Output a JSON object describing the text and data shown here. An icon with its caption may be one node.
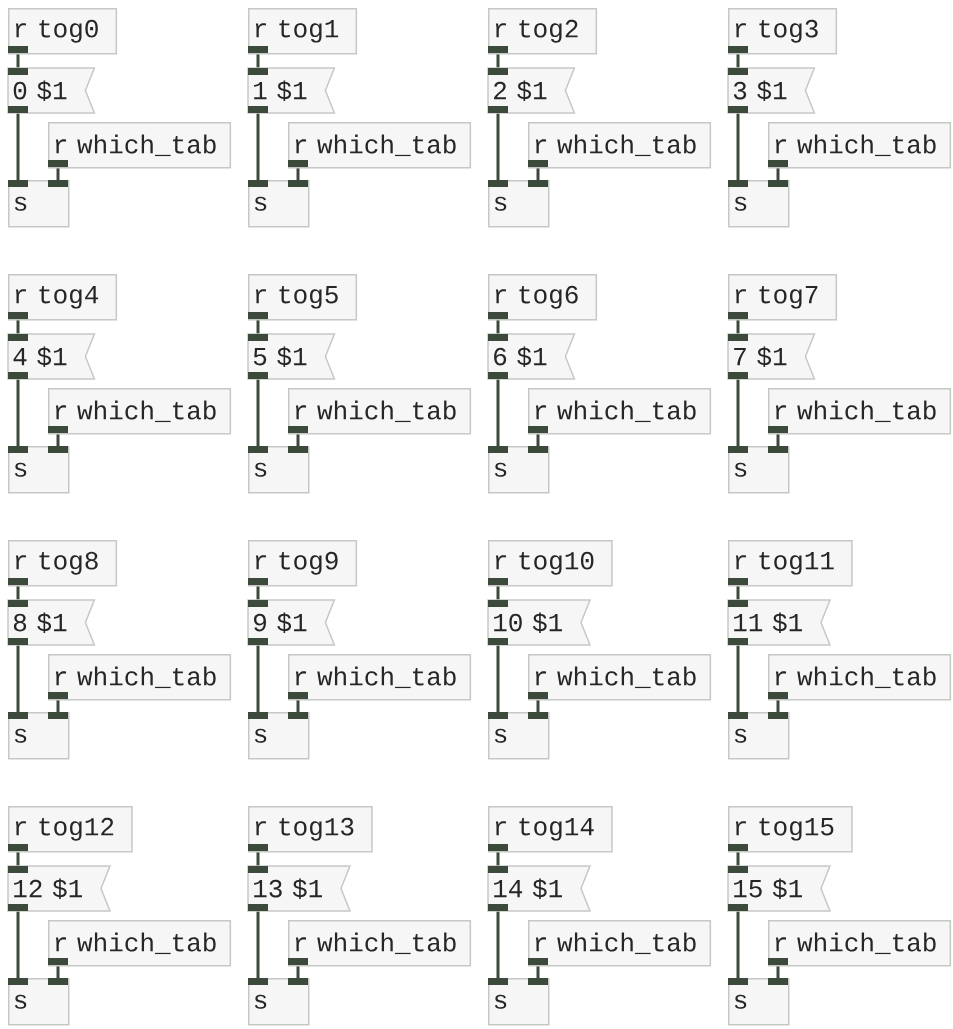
{
  "diagram": {
    "nodes": [
      {
        "text": [
          "r tog0"
        ]
      },
      {
        "text": [
          "0 $1"
        ]
      },
      {
        "text": [
          "r which_tab"
        ]
      },
      {
        "text": [
          "s"
        ]
      },
      {
        "text": [
          "r tog1"
        ]
      },
      {
        "text": [
          "1 $1"
        ]
      },
      {
        "text": [
          "r which_tab"
        ]
      },
      {
        "text": [
          "s"
        ]
      },
      {
        "text": [
          "r tog2"
        ]
      },
      {
        "text": [
          "2 $1"
        ]
      },
      {
        "text": [
          "r which_tab"
        ]
      },
      {
        "text": [
          "s"
        ]
      },
      {
        "text": [
          "r tog3"
        ]
      },
      {
        "text": [
          "3 $1"
        ]
      },
      {
        "text": [
          "r which_tab"
        ]
      },
      {
        "text": [
          "s"
        ]
      },
      {
        "text": [
          "r tog4"
        ]
      },
      {
        "text": [
          "4 $1"
        ]
      },
      {
        "text": [
          "r which_tab"
        ]
      },
      {
        "text": [
          "s"
        ]
      },
      {
        "text": [
          "r tog5"
        ]
      },
      {
        "text": [
          "5 $1"
        ]
      },
      {
        "text": [
          "r which_tab"
        ]
      },
      {
        "text": [
          "s"
        ]
      },
      {
        "text": [
          "r tog6"
        ]
      },
      {
        "text": [
          "6 $1"
        ]
      },
      {
        "text": [
          "r which_tab"
        ]
      },
      {
        "text": [
          "s"
        ]
      },
      {
        "text": [
          "r tog7"
        ]
      },
      {
        "text": [
          "7 $1"
        ]
      },
      {
        "text": [
          "r which_tab"
        ]
      },
      {
        "text": [
          "s"
        ]
      },
      {
        "text": [
          "r tog8"
        ]
      },
      {
        "text": [
          "8 $1"
        ]
      },
      {
        "text": [
          "r which_tab"
        ]
      },
      {
        "text": [
          "s"
        ]
      },
      {
        "text": [
          "r tog9"
        ]
      },
      {
        "text": [
          "9 $1"
        ]
      },
      {
        "text": [
          "r which_tab"
        ]
      },
      {
        "text": [
          "s"
        ]
      },
      {
        "text": [
          "r tog10"
        ]
      },
      {
        "text": [
          "10 $1"
        ]
      },
      {
        "text": [
          "r which_tab"
        ]
      },
      {
        "text": [
          "s"
        ]
      },
      {
        "text": [
          "r tog11"
        ]
      },
      {
        "text": [
          "11 $1"
        ]
      },
      {
        "text": [
          "r which_tab"
        ]
      },
      {
        "text": [
          "s"
        ]
      },
      {
        "text": [
          "r tog12"
        ]
      },
      {
        "text": [
          "12 $1"
        ]
      },
      {
        "text": [
          "r which_tab"
        ]
      },
      {
        "text": [
          "s"
        ]
      },
      {
        "text": [
          "r tog13"
        ]
      },
      {
        "text": [
          "13 $1"
        ]
      },
      {
        "text": [
          "r which_tab"
        ]
      },
      {
        "text": [
          "s"
        ]
      },
      {
        "text": [
          "r tog14"
        ]
      },
      {
        "text": [
          "14 $1"
        ]
      },
      {
        "text": [
          "r which_tab"
        ]
      },
      {
        "text": [
          "s"
        ]
      },
      {
        "text": [
          "r tog15"
        ]
      },
      {
        "text": [
          "15 $1"
        ]
      },
      {
        "text": [
          "r which_tab"
        ]
      },
      {
        "text": [
          "s"
        ]
      }
    ],
    "edges": [
      {
        "from": 0,
        "to": 1,
        "arrow": "none"
      },
      {
        "from": 1,
        "to": 3,
        "arrow": "none"
      },
      {
        "from": 2,
        "to": 3,
        "arrow": "none"
      },
      {
        "from": 4,
        "to": 5,
        "arrow": "none"
      },
      {
        "from": 5,
        "to": 7,
        "arrow": "none"
      },
      {
        "from": 6,
        "to": 7,
        "arrow": "none"
      },
      {
        "from": 8,
        "to": 9,
        "arrow": "none"
      },
      {
        "from": 9,
        "to": 11,
        "arrow": "none"
      },
      {
        "from": 10,
        "to": 11,
        "arrow": "none"
      },
      {
        "from": 12,
        "to": 13,
        "arrow": "none"
      },
      {
        "from": 13,
        "to": 15,
        "arrow": "none"
      },
      {
        "from": 14,
        "to": 15,
        "arrow": "none"
      },
      {
        "from": 16,
        "to": 17,
        "arrow": "none"
      },
      {
        "from": 17,
        "to": 19,
        "arrow": "none"
      },
      {
        "from": 18,
        "to": 19,
        "arrow": "none"
      },
      {
        "from": 20,
        "to": 21,
        "arrow": "none"
      },
      {
        "from": 21,
        "to": 23,
        "arrow": "none"
      },
      {
        "from": 22,
        "to": 23,
        "arrow": "none"
      },
      {
        "from": 24,
        "to": 25,
        "arrow": "none"
      },
      {
        "from": 25,
        "to": 27,
        "arrow": "none"
      },
      {
        "from": 26,
        "to": 27,
        "arrow": "none"
      },
      {
        "from": 28,
        "to": 29,
        "arrow": "none"
      },
      {
        "from": 29,
        "to": 31,
        "arrow": "none"
      },
      {
        "from": 30,
        "to": 31,
        "arrow": "none"
      },
      {
        "from": 32,
        "to": 33,
        "arrow": "none"
      },
      {
        "from": 33,
        "to": 35,
        "arrow": "none"
      },
      {
        "from": 34,
        "to": 35,
        "arrow": "none"
      },
      {
        "from": 36,
        "to": 37,
        "arrow": "none"
      },
      {
        "from": 37,
        "to": 39,
        "arrow": "none"
      },
      {
        "from": 38,
        "to": 39,
        "arrow": "none"
      },
      {
        "from": 40,
        "to": 41,
        "arrow": "none"
      },
      {
        "from": 41,
        "to": 43,
        "arrow": "none"
      },
      {
        "from": 42,
        "to": 43,
        "arrow": "none"
      },
      {
        "from": 44,
        "to": 45,
        "arrow": "none"
      },
      {
        "from": 45,
        "to": 47,
        "arrow": "none"
      },
      {
        "from": 46,
        "to": 47,
        "arrow": "none"
      },
      {
        "from": 48,
        "to": 49,
        "arrow": "none"
      },
      {
        "from": 49,
        "to": 51,
        "arrow": "none"
      },
      {
        "from": 50,
        "to": 51,
        "arrow": "none"
      },
      {
        "from": 52,
        "to": 53,
        "arrow": "none"
      },
      {
        "from": 53,
        "to": 55,
        "arrow": "none"
      },
      {
        "from": 54,
        "to": 55,
        "arrow": "none"
      },
      {
        "from": 56,
        "to": 57,
        "arrow": "none"
      },
      {
        "from": 57,
        "to": 59,
        "arrow": "none"
      },
      {
        "from": 58,
        "to": 59,
        "arrow": "none"
      },
      {
        "from": 60,
        "to": 61,
        "arrow": "none"
      },
      {
        "from": 61,
        "to": 63,
        "arrow": "none"
      },
      {
        "from": 62,
        "to": 63,
        "arrow": "none"
      }
    ]
  }
}
